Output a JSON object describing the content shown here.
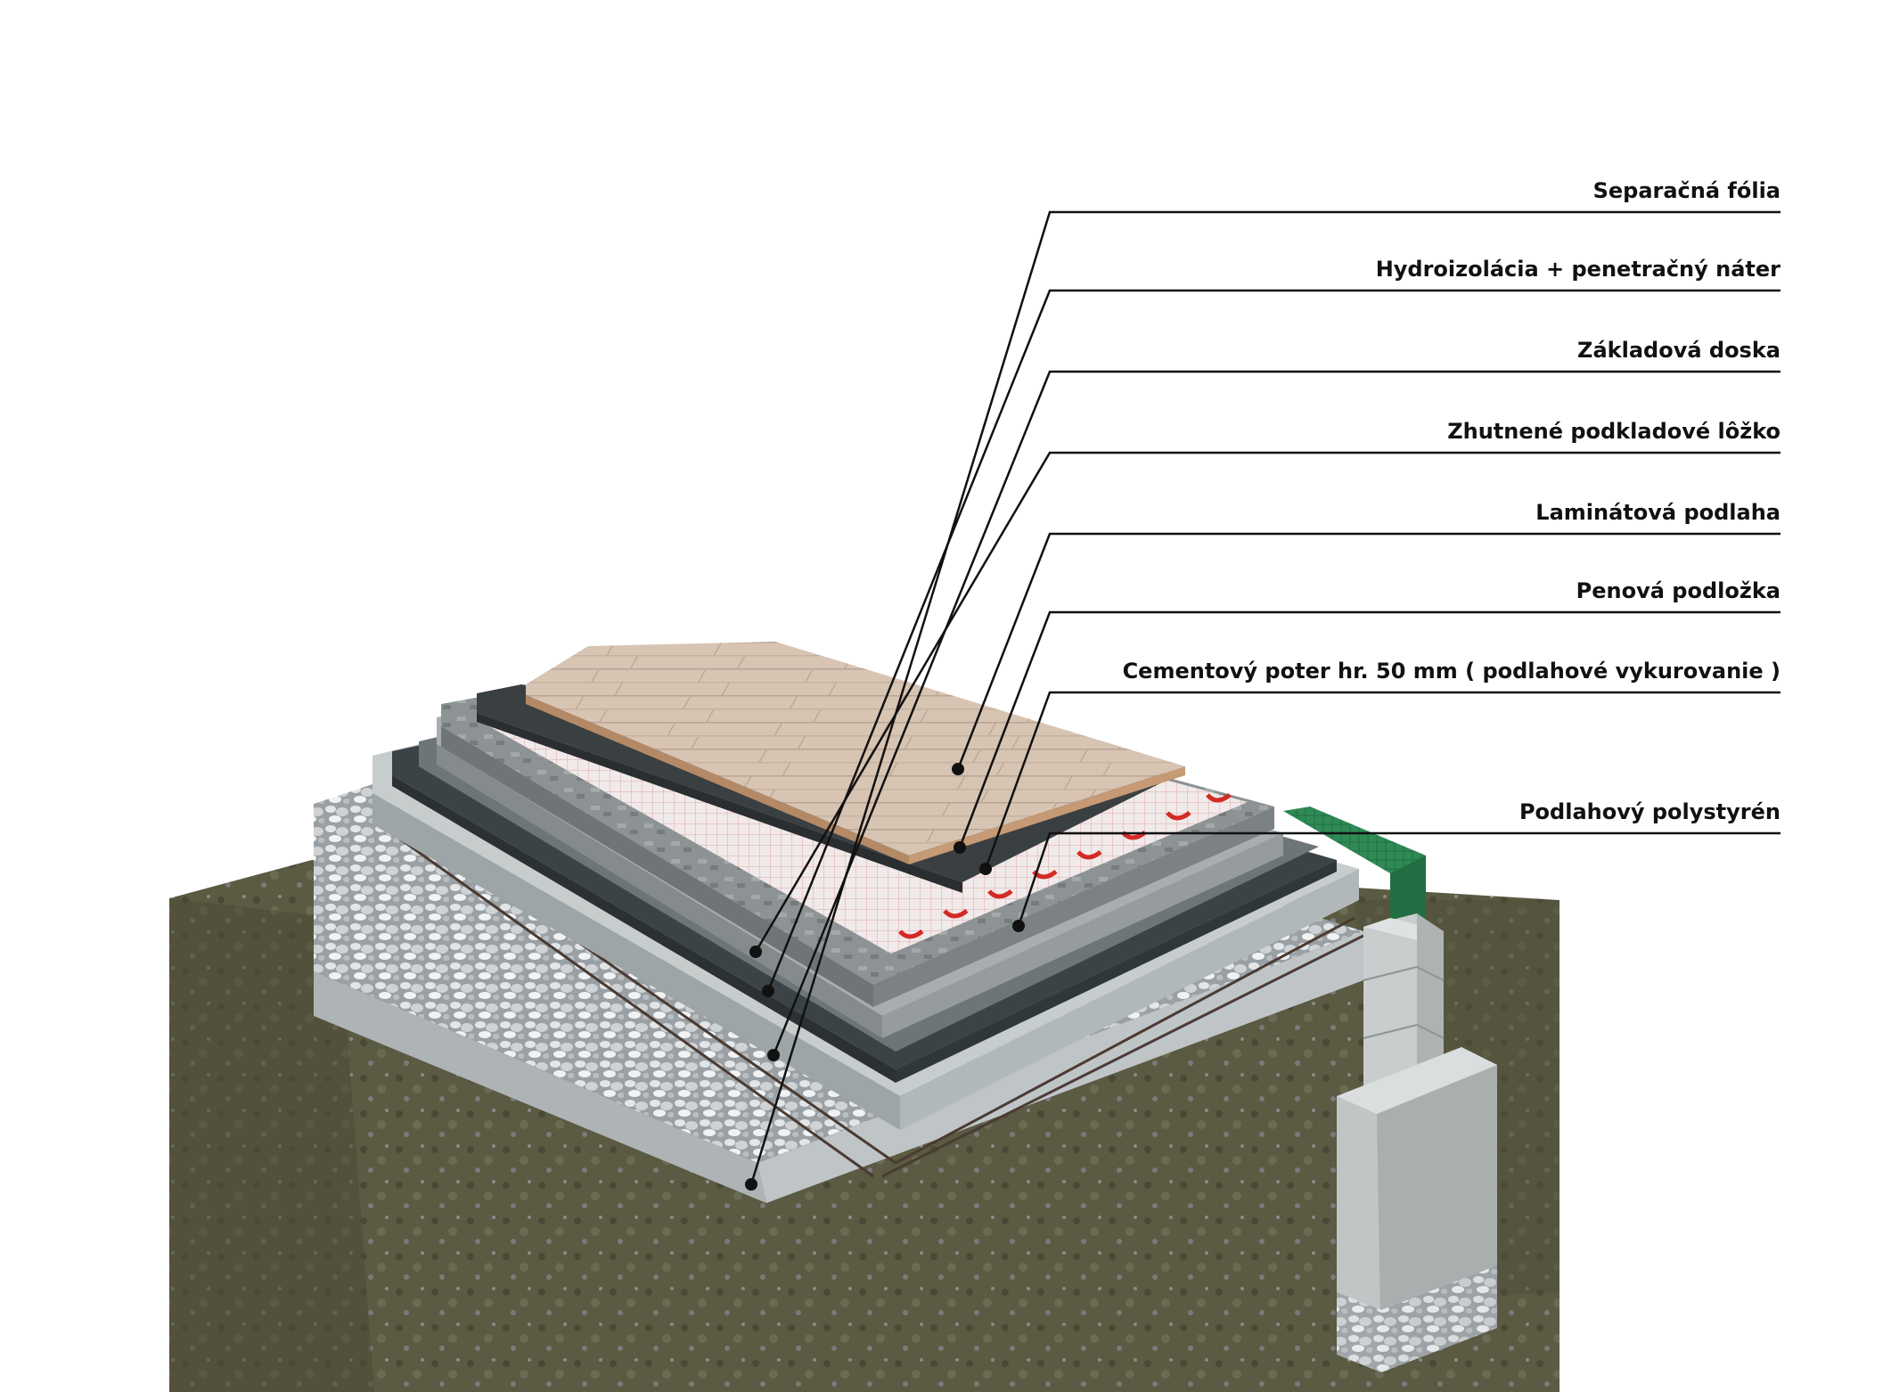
{
  "diagram": {
    "labels": [
      "Separačná fólia",
      "Hydroizolácia + penetračný náter",
      "Základová doska",
      "Zhutnené podkladové lôžko",
      "Laminátová podlaha",
      "Penová podložka",
      "Cementový poter hr. 50 mm ( podlahové vykurovanie )",
      "Podlahový polystyrén"
    ]
  },
  "colors": {
    "soil": "#5b5a42",
    "gravel": "#c9cdd0",
    "concrete": "#c7cdcc",
    "membrane": "#3c4346",
    "screed": "#8d9395",
    "foam_underlay": "#3a3f41",
    "laminate": "#d8c4b3",
    "heating_pipe": "#d42a25",
    "edge_strip": "#2f8a55",
    "callout_line": "#111111"
  }
}
